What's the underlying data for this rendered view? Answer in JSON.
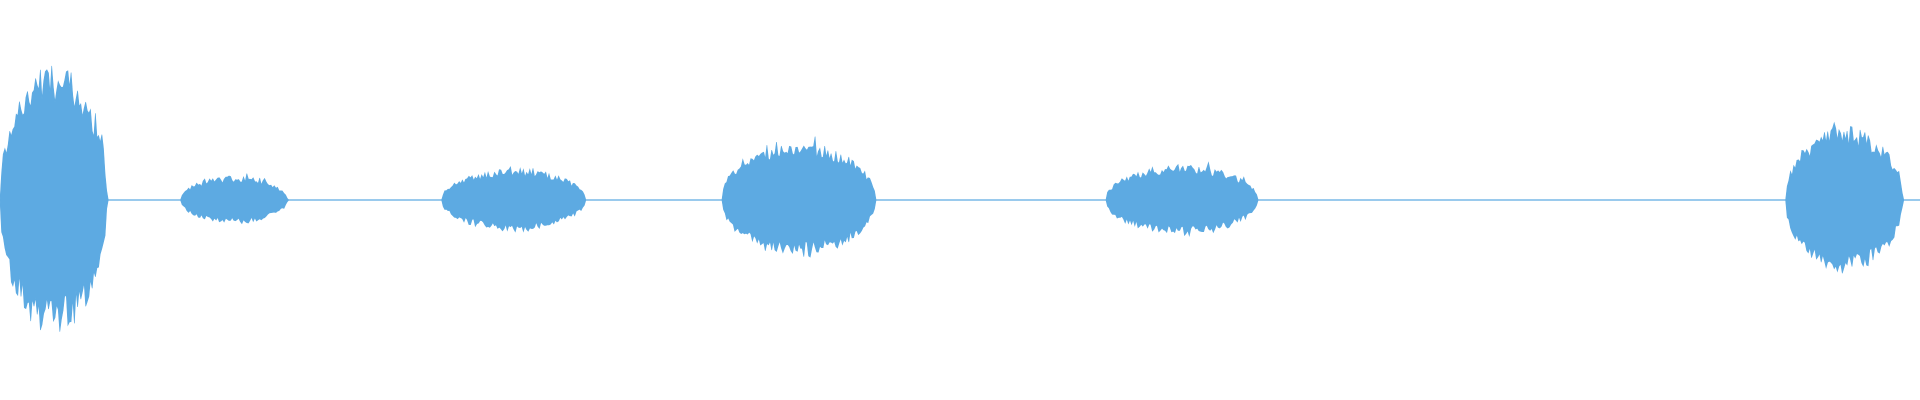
{
  "waveform": {
    "color": "#5DAAE2",
    "background": "#FFFFFF",
    "amplitude_scale": [
      0,
      1
    ],
    "segments": [
      {
        "start": 0.0,
        "end": 0.064,
        "peak": 0.68
      },
      {
        "start": 0.094,
        "end": 0.158,
        "peak": 0.12
      },
      {
        "start": 0.23,
        "end": 0.316,
        "peak": 0.16
      },
      {
        "start": 0.376,
        "end": 0.468,
        "peak": 0.29
      },
      {
        "start": 0.576,
        "end": 0.667,
        "peak": 0.18
      },
      {
        "start": 0.93,
        "end": 1.0,
        "peak": 0.37
      }
    ]
  }
}
